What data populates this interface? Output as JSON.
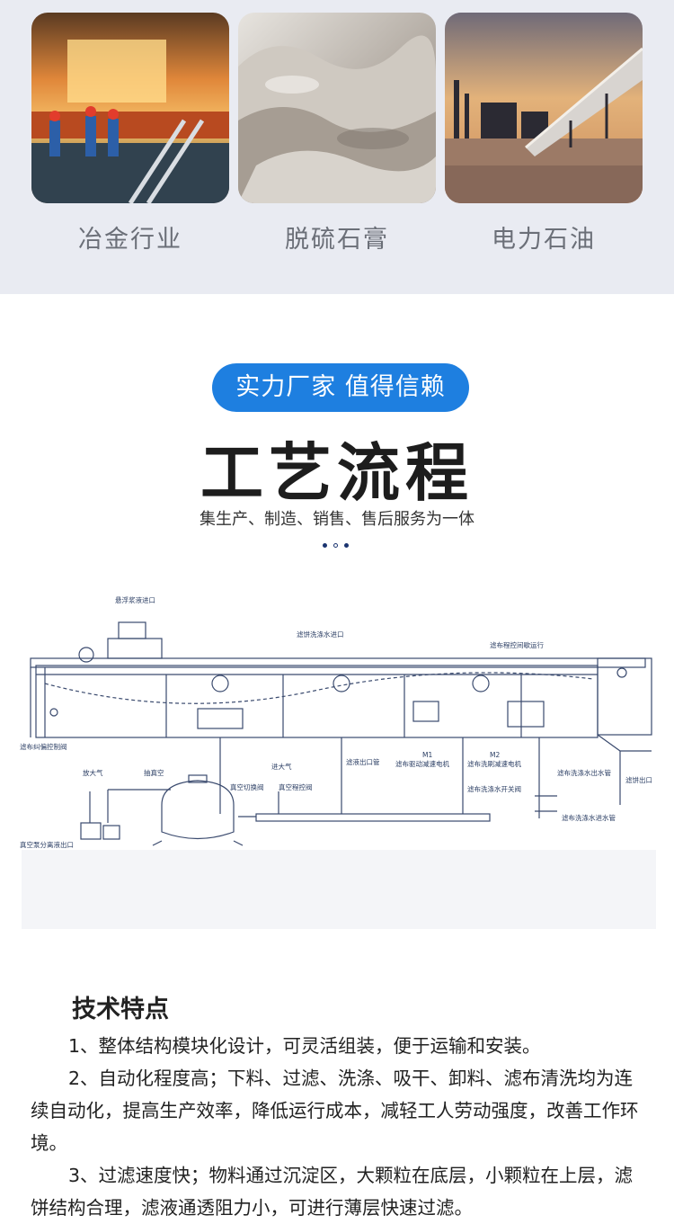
{
  "industries": [
    {
      "label": "冶金行业",
      "image": "steel-mill-photo"
    },
    {
      "label": "脱硫石膏",
      "image": "gypsum-pile-photo"
    },
    {
      "label": "电力石油",
      "image": "power-plant-pipeline-photo"
    }
  ],
  "badge": "实力厂家 值得信赖",
  "title": "工艺流程",
  "subtitle": "集生产、制造、销售、售后服务为一体",
  "diagram": {
    "labels": {
      "slurry_inlet": "悬浮浆液进口",
      "wash_water_inlet": "滤饼洗涤水进口",
      "belt_run": "滤布程控间歇运行",
      "deviation_valve": "滤布纠偏控制阀",
      "m1": "M1",
      "m1_desc": "滤布驱动减速电机",
      "m2": "M2",
      "m2_desc": "滤布洗刷减速电机",
      "filtrate_outlet": "滤液出口管",
      "vacuum": "抽真空",
      "vacuum_switch": "真空切换阀",
      "vacuum_program": "真空程控阀",
      "air_in": "进大气",
      "release_air": "放大气",
      "separator_outlet": "真空泵分离液出口",
      "cloth_wash_out": "滤布洗涤水出水管",
      "wash_switch": "滤布洗涤水开关阀",
      "cloth_wash_in": "滤布洗涤水进水管",
      "cake_outlet": "滤饼出口"
    }
  },
  "features": {
    "title": "技术特点",
    "items": [
      "1、整体结构模块化设计，可灵活组装，便于运输和安装。",
      "2、自动化程度高；下料、过滤、洗涤、吸干、卸料、滤布清洗均为连续自动化，提高生产效率，降低运行成本，减轻工人劳动强度，改善工作环境。",
      "3、过滤速度快；物料通过沉淀区，大颗粒在底层，小颗粒在上层，滤饼结构合理，滤液通透阻力小，可进行薄层快速过滤。"
    ]
  }
}
